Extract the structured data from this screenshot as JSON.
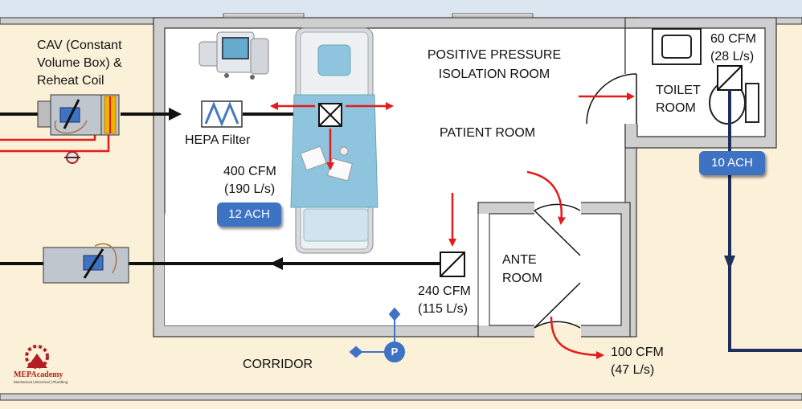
{
  "cav_box": {
    "line1": "CAV (Constant",
    "line2": "Volume Box) &",
    "line3": "Reheat Coil"
  },
  "hepa_filter": "HEPA Filter",
  "patient_supply": {
    "cfm": "400 CFM",
    "ls": "(190 L/s)",
    "ach": "12 ACH"
  },
  "room_title": {
    "line1": "POSITIVE PRESSURE",
    "line2": "ISOLATION ROOM"
  },
  "patient_room": "PATIENT ROOM",
  "toilet": {
    "cfm": "60 CFM",
    "ls": "(28 L/s)",
    "line1": "TOILET",
    "line2": "ROOM",
    "ach": "10 ACH"
  },
  "return_air": {
    "cfm": "240 CFM",
    "ls": "(115 L/s)"
  },
  "ante_room": {
    "line1": "ANTE",
    "line2": "ROOM"
  },
  "corridor": "CORRIDOR",
  "corridor_flow": {
    "cfm": "100 CFM",
    "ls": "(47 L/s)"
  },
  "pressure_sensor": "P",
  "logo": {
    "title": "MEPAcademy",
    "subtitle": "Mechanical | Electrical | Plumbing"
  },
  "colors": {
    "wall": "#cfcfcf",
    "floor": "#ffffff",
    "corridor": "#fbf1d8",
    "top_band": "#dce6f0",
    "duct": "#111111",
    "exhaust": "#1f2f5c",
    "arrow": "#e31b1b",
    "badge": "#3e73c4",
    "brand": "#b21e23"
  }
}
